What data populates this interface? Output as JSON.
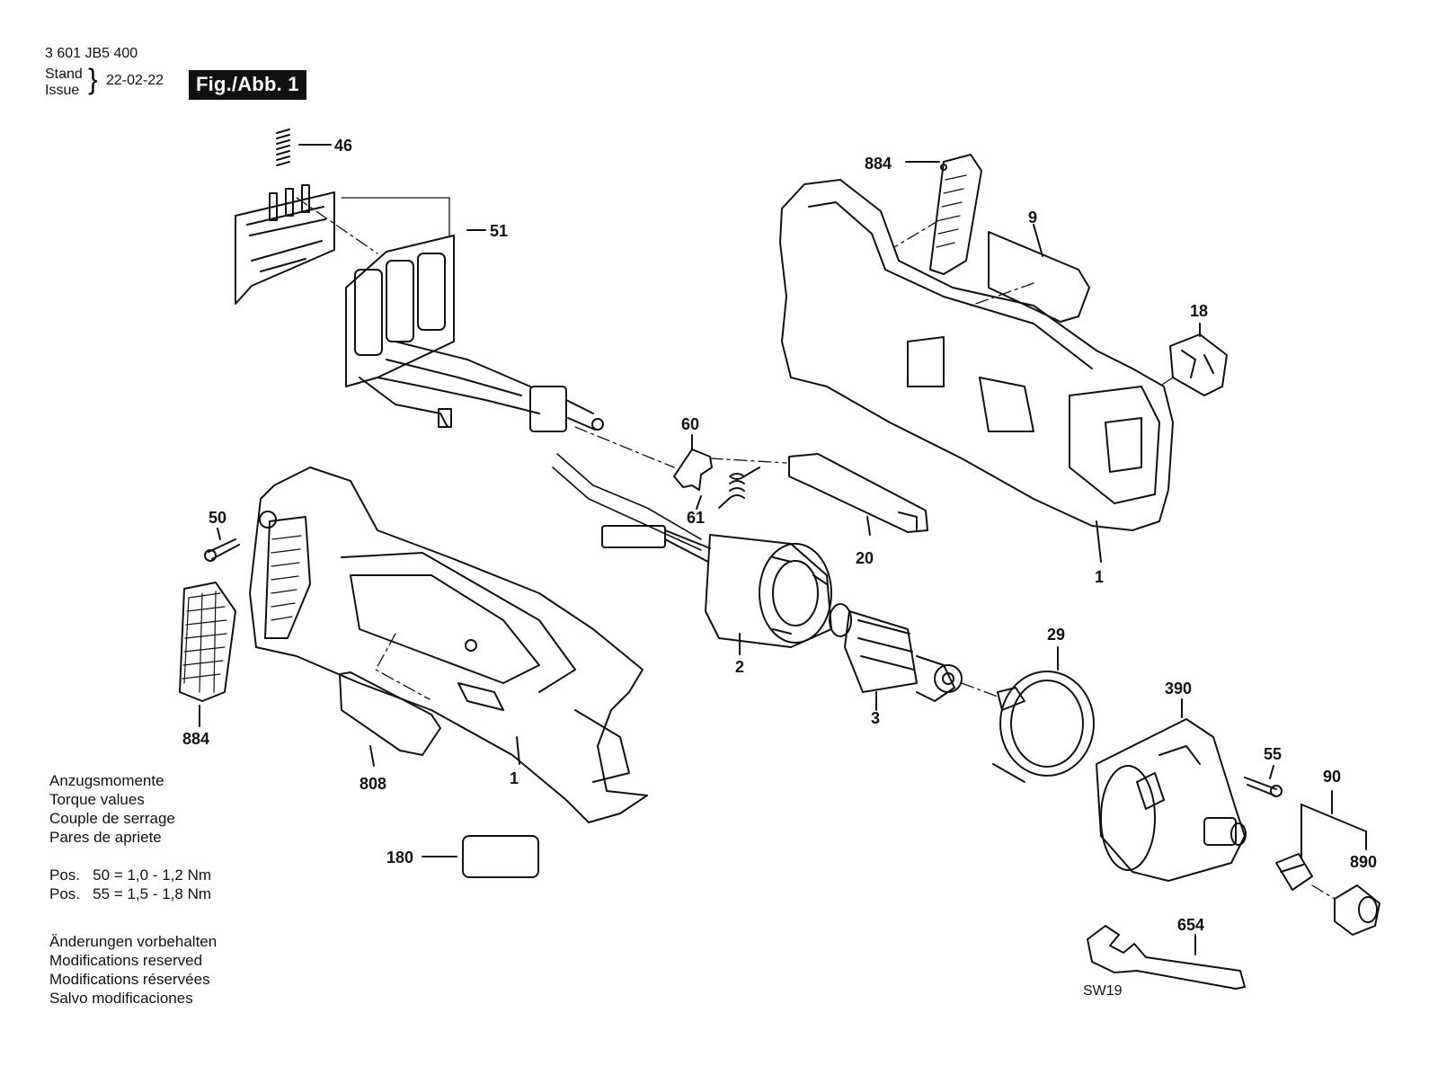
{
  "header": {
    "part_number": "3 601 JB5 400",
    "stand_label": "Stand",
    "issue_label": "Issue",
    "date": "22-02-22",
    "figure_label": "Fig./Abb. 1"
  },
  "torque_notes": {
    "headings": [
      "Anzugsmomente",
      "Torque values",
      "Couple de serrage",
      "Pares de apriete"
    ],
    "values": [
      "Pos.   50 = 1,0 - 1,2 Nm",
      "Pos.   55 = 1,5 - 1,8 Nm"
    ]
  },
  "modification_notes": [
    "Änderungen vorbehalten",
    "Modifications reserved",
    "Modifications réservées",
    "Salvo modificaciones"
  ],
  "callouts": {
    "c46": "46",
    "c51": "51",
    "c884a": "884",
    "c9": "9",
    "c18": "18",
    "c60": "60",
    "c61": "61",
    "c20": "20",
    "c1a": "1",
    "c50": "50",
    "c2": "2",
    "c3": "3",
    "c29": "29",
    "c390": "390",
    "c55": "55",
    "c90": "90",
    "c890": "890",
    "c884b": "884",
    "c808": "808",
    "c1b": "1",
    "c180": "180",
    "c654": "654"
  },
  "wrench_size": "SW19"
}
